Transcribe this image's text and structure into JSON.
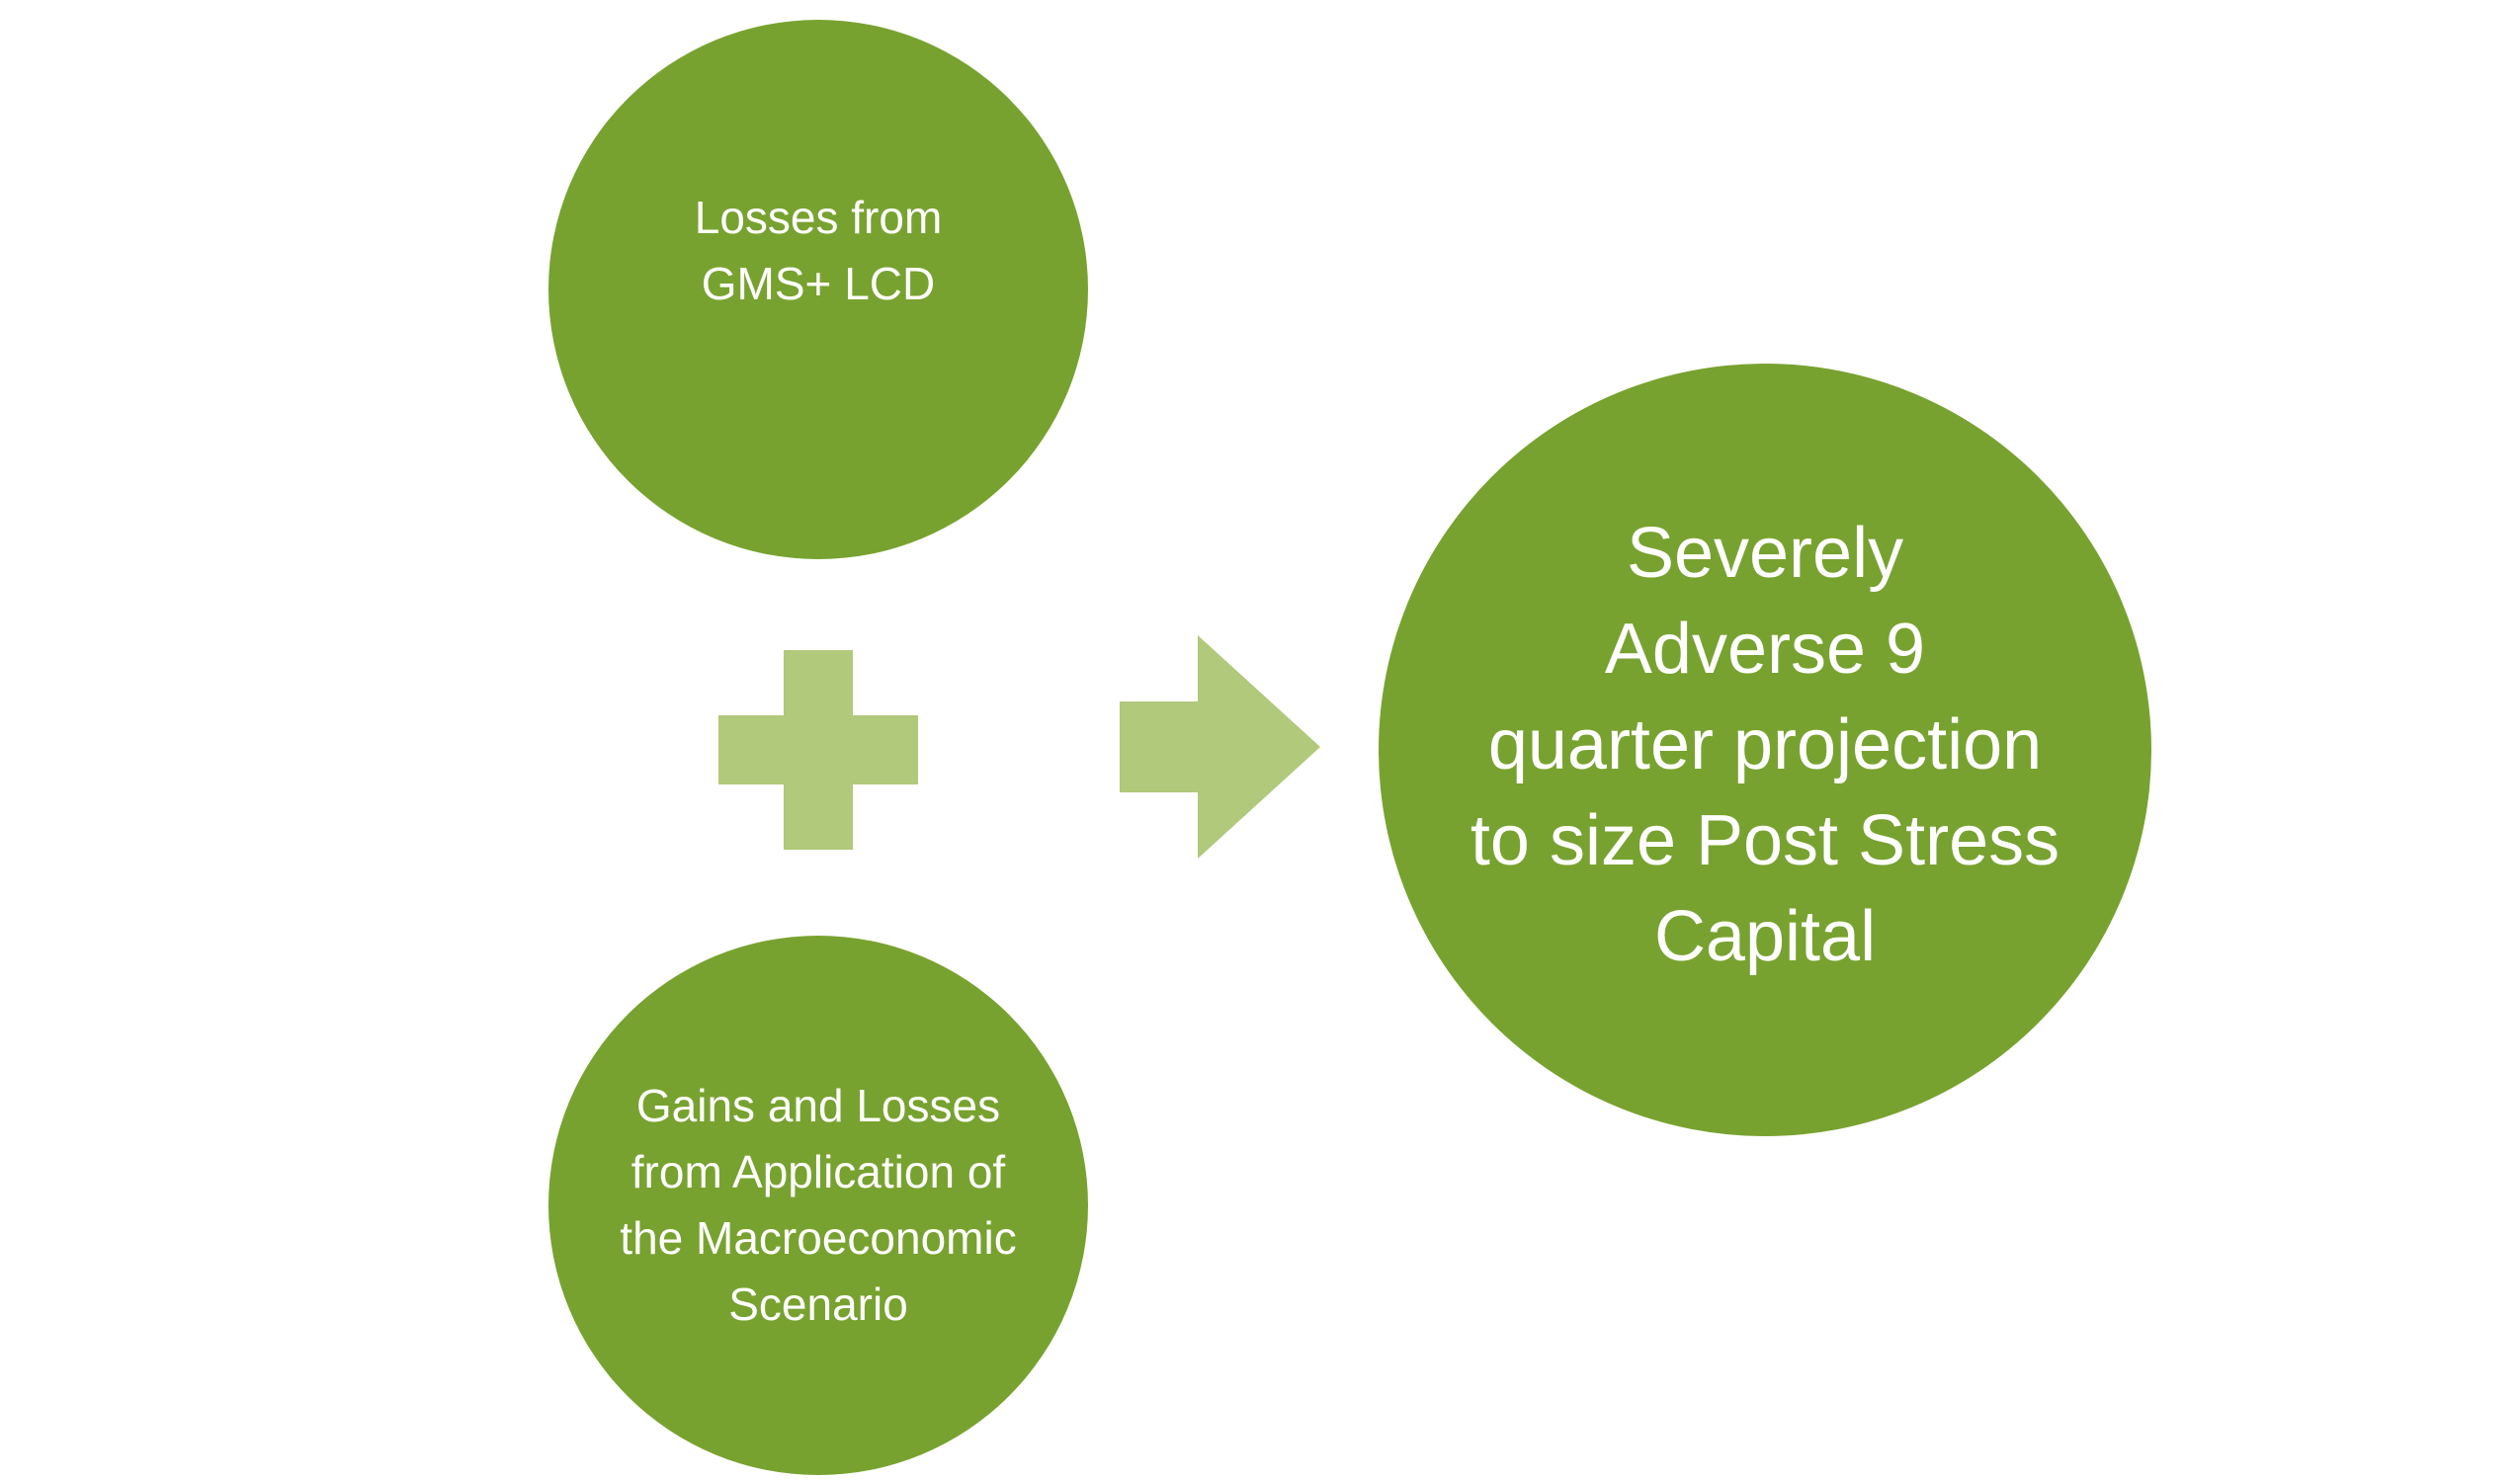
{
  "diagram": {
    "top_circle": {
      "text": "Losses from\nGMS+ LCD"
    },
    "bottom_circle": {
      "text": "Gains and Losses\nfrom Application of\nthe Macroeconomic\nScenario"
    },
    "result_circle": {
      "text": "Severely\nAdverse 9\nquarter projection\nto size Post Stress\nCapital"
    },
    "colors": {
      "circle_fill": "#78a22f",
      "connector_fill": "#b0c97a",
      "text": "#ffffff",
      "background": "#ffffff"
    },
    "connectors": {
      "plus_icon": "plus-icon",
      "arrow_icon": "right-arrow-icon"
    }
  }
}
